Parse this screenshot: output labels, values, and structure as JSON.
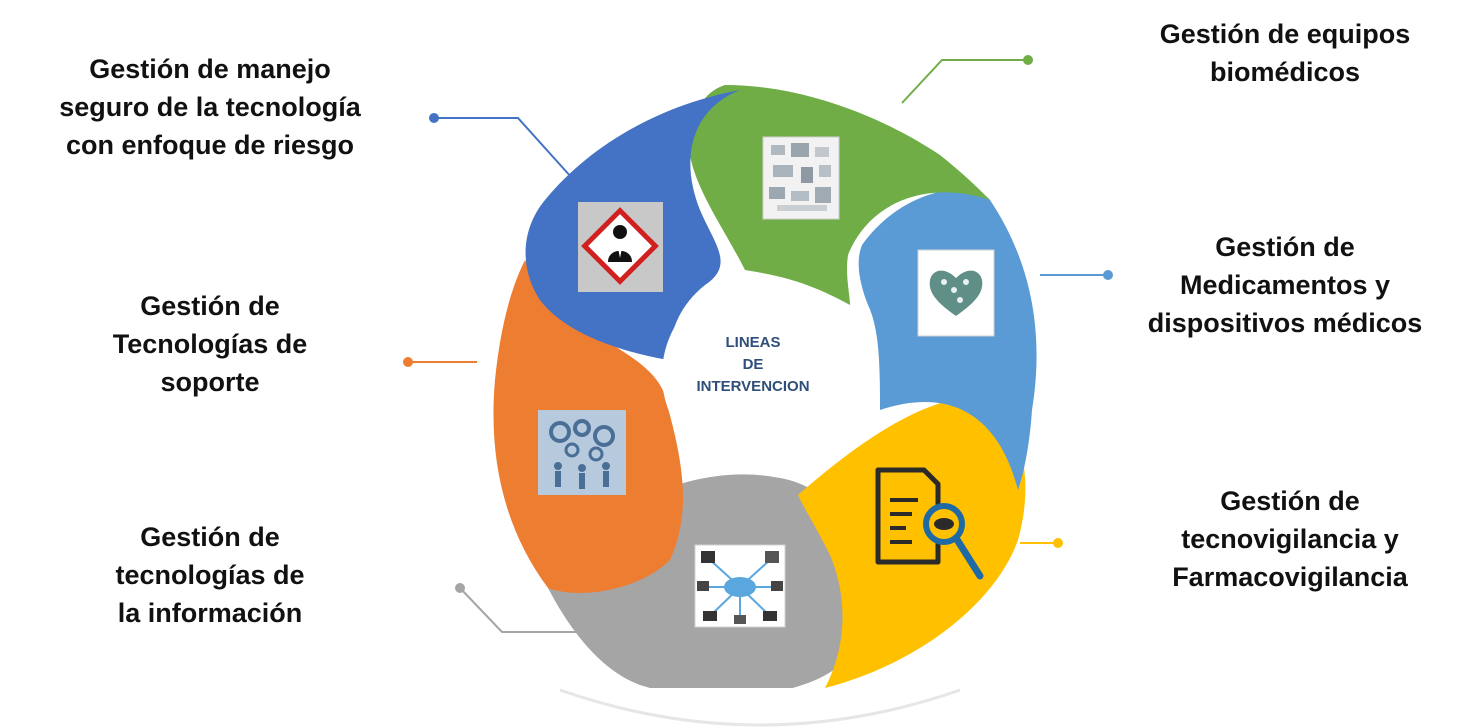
{
  "center": {
    "lines": [
      "LINEAS",
      "DE",
      "INTERVENCION"
    ]
  },
  "segments": [
    {
      "id": "riesgo",
      "color": "#4472c4",
      "icon": "hazard-icon",
      "label_lines": [
        "Gestión de manejo",
        "seguro de la tecnología",
        "con enfoque de riesgo"
      ]
    },
    {
      "id": "equipos",
      "color": "#70ad47",
      "icon": "medical-equipment-icon",
      "label_lines": [
        "Gestión de equipos",
        "biomédicos"
      ]
    },
    {
      "id": "medicamentos",
      "color": "#5b9bd5",
      "icon": "heart-collage-icon",
      "label_lines": [
        "Gestión de",
        "Medicamentos y",
        "dispositivos médicos"
      ]
    },
    {
      "id": "vigilancia",
      "color": "#ffc000",
      "icon": "document-magnifier-icon",
      "label_lines": [
        "Gestión de",
        "tecnovigilancia y",
        "Farmacovigilancia"
      ]
    },
    {
      "id": "informacion",
      "color": "#a5a5a5",
      "icon": "network-icon",
      "label_lines": [
        "Gestión de",
        "tecnologías de",
        "la información"
      ]
    },
    {
      "id": "soporte",
      "color": "#ed7d31",
      "icon": "gears-people-icon",
      "label_lines": [
        "Gestión de",
        "Tecnologías de",
        "soporte"
      ]
    }
  ]
}
